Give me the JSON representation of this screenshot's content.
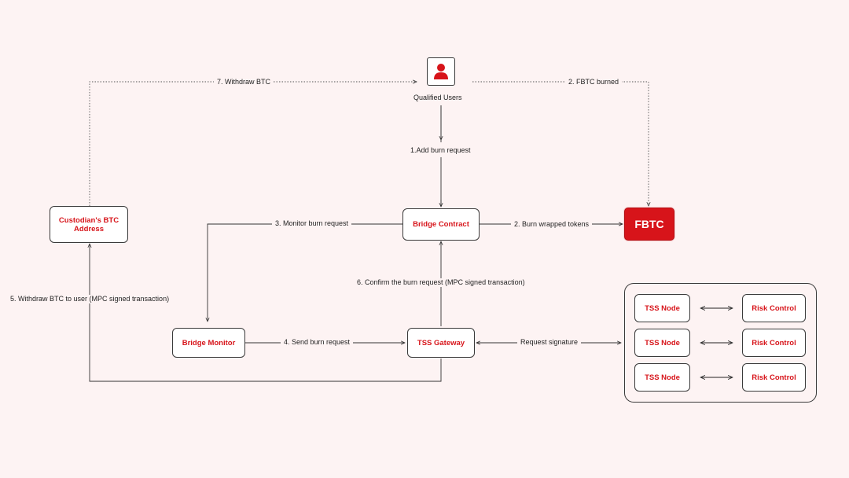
{
  "nodes": {
    "qualified_users": "Qualified Users",
    "custodian": "Custodian's BTC Address",
    "bridge_contract": "Bridge Contract",
    "fbtc": "FBTC",
    "bridge_monitor": "Bridge Monitor",
    "tss_gateway": "TSS Gateway"
  },
  "tss_cluster": [
    {
      "node": "TSS Node",
      "control": "Risk Control"
    },
    {
      "node": "TSS Node",
      "control": "Risk Control"
    },
    {
      "node": "TSS Node",
      "control": "Risk Control"
    }
  ],
  "edges": {
    "withdraw_btc": "7. Withdraw BTC",
    "fbtc_burned": "2. FBTC burned",
    "add_burn": "1.Add burn request",
    "monitor_burn": "3. Monitor burn request",
    "burn_wrapped": "2. Burn wrapped tokens",
    "confirm_burn": "6. Confirm the burn request (MPC signed transaction)",
    "withdraw_to_user": "5. Withdraw BTC to user (MPC signed transaction)",
    "send_burn": "4. Send burn request",
    "request_signature": "Request signature"
  },
  "colors": {
    "accent": "#d7141a",
    "background": "#fdf3f3",
    "stroke": "#3a3a3a"
  },
  "icons": {
    "user": "user-icon",
    "bidirectional_arrow": "double-arrow-icon"
  }
}
